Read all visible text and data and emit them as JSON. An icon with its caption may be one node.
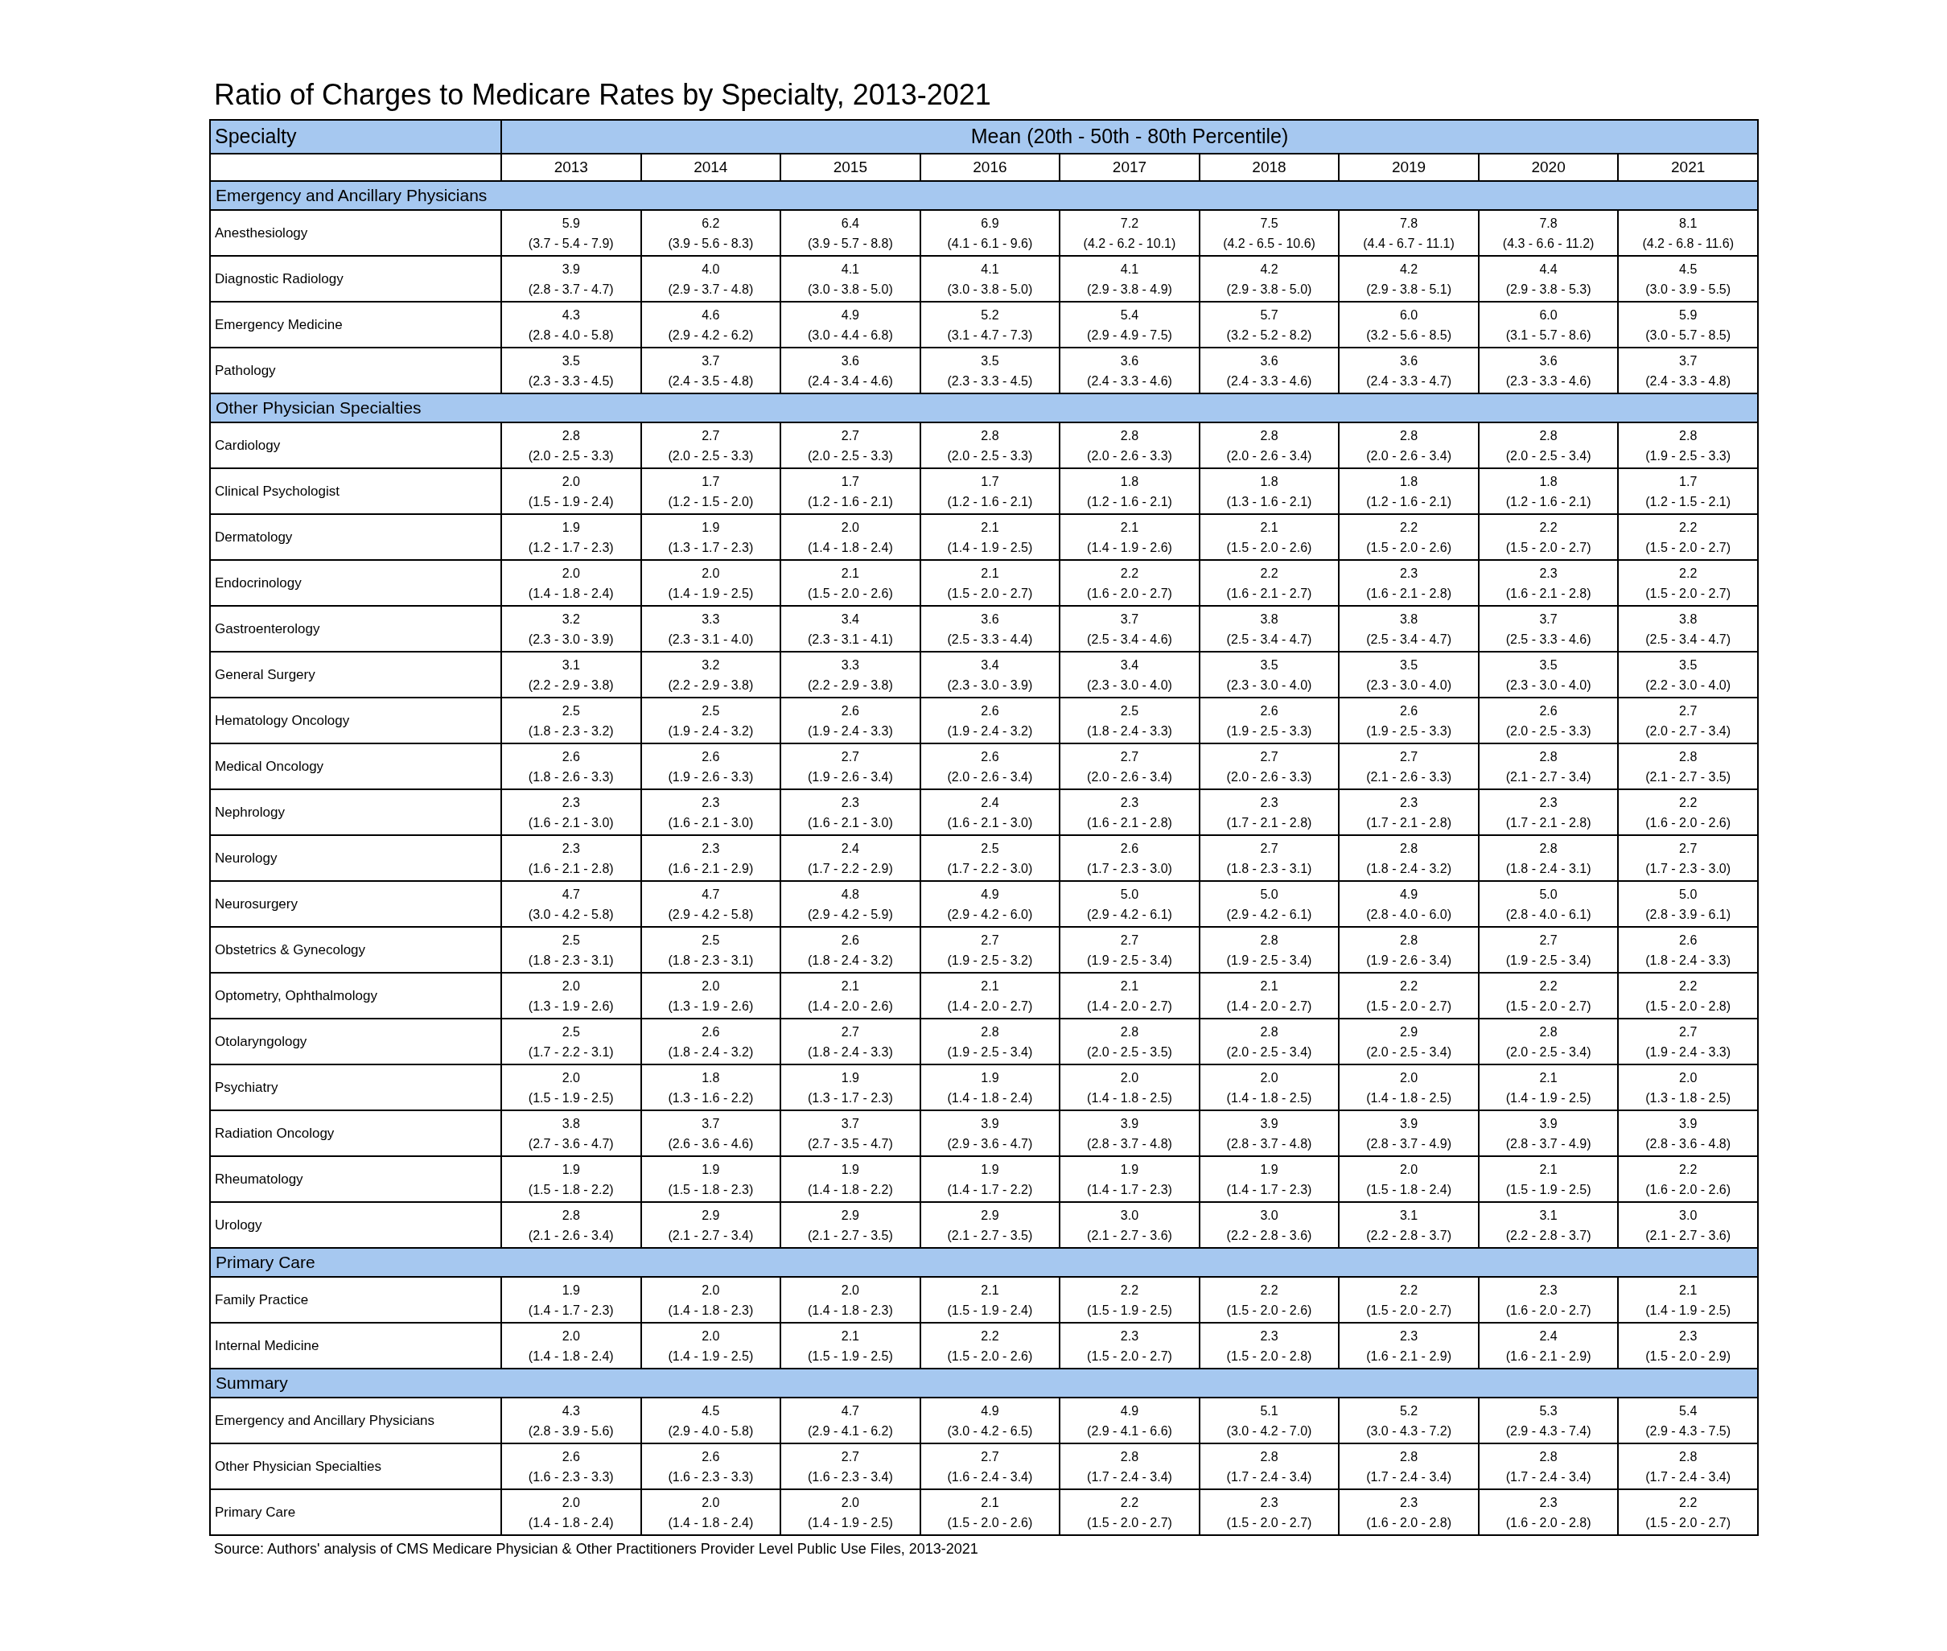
{
  "diagram": {
    "title": "Ratio of Charges to Medicare Rates by Specialty, 2013-2021",
    "caption": "Source: Authors' analysis of CMS Medicare Physician & Other Practitioners Provider Level Public Use Files, 2013-2021",
    "labels": [
      "Specialty",
      "Mean (20th - 50th - 80th Percentile)",
      "2013",
      "2014",
      "2015",
      "2016",
      "2017",
      "2018",
      "2019",
      "2020",
      "2021",
      "Emergency and Ancillary Physicians",
      "Anesthesiology",
      "5.9",
      "(3.7 - 5.4 - 7.9)",
      "6.2",
      "(3.9 - 5.6 - 8.3)",
      "6.4",
      "(3.9 - 5.7 - 8.8)",
      "6.9",
      "(4.1 - 6.1 - 9.6)",
      "7.2",
      "(4.2 - 6.2 - 10.1)",
      "7.5",
      "(4.2 - 6.5 - 10.6)",
      "7.8",
      "(4.4 - 6.7 - 11.1)",
      "7.8",
      "(4.3 - 6.6 - 11.2)",
      "8.1",
      "(4.2 - 6.8 - 11.6)",
      "Diagnostic Radiology",
      "3.9",
      "(2.8 - 3.7 - 4.7)",
      "4.0",
      "(2.9 - 3.7 - 4.8)",
      "4.1",
      "(3.0 - 3.8 - 5.0)",
      "4.1",
      "(3.0 - 3.8 - 5.0)",
      "4.1",
      "(2.9 - 3.8 - 4.9)",
      "4.2",
      "(2.9 - 3.8 - 5.0)",
      "4.2",
      "(2.9 - 3.8 - 5.1)",
      "4.4",
      "(2.9 - 3.8 - 5.3)",
      "4.5",
      "(3.0 - 3.9 - 5.5)",
      "Emergency Medicine",
      "4.3",
      "(2.8 - 4.0 - 5.8)",
      "4.6",
      "(2.9 - 4.2 - 6.2)",
      "4.9",
      "(3.0 - 4.4 - 6.8)",
      "5.2",
      "(3.1 - 4.7 - 7.3)",
      "5.4",
      "(2.9 - 4.9 - 7.5)",
      "5.7",
      "(3.2 - 5.2 - 8.2)",
      "6.0",
      "(3.2 - 5.6 - 8.5)",
      "6.0",
      "(3.1 - 5.7 - 8.6)",
      "5.9",
      "(3.0 - 5.7 - 8.5)",
      "Pathology",
      "3.5",
      "(2.3 - 3.3 - 4.5)",
      "3.7",
      "(2.4 - 3.5 - 4.8)",
      "3.6",
      "(2.4 - 3.4 - 4.6)",
      "3.5",
      "(2.3 - 3.3 - 4.5)",
      "3.6",
      "(2.4 - 3.3 - 4.6)",
      "3.6",
      "(2.4 - 3.3 - 4.6)",
      "3.6",
      "(2.4 - 3.3 - 4.7)",
      "3.6",
      "(2.3 - 3.3 - 4.6)",
      "3.7",
      "(2.4 - 3.3 - 4.8)",
      "Other Physician Specialties",
      "Cardiology",
      "2.8",
      "(2.0 - 2.5 - 3.3)",
      "2.7",
      "(2.0 - 2.5 - 3.3)",
      "2.7",
      "(2.0 - 2.5 - 3.3)",
      "2.8",
      "(2.0 - 2.5 - 3.3)",
      "2.8",
      "(2.0 - 2.6 - 3.3)",
      "2.8",
      "(2.0 - 2.6 - 3.4)",
      "2.8",
      "(2.0 - 2.6 - 3.4)",
      "2.8",
      "(2.0 - 2.5 - 3.4)",
      "2.8",
      "(1.9 - 2.5 - 3.3)",
      "Clinical Psychologist",
      "2.0",
      "(1.5 - 1.9 - 2.4)",
      "1.7",
      "(1.2 - 1.5 - 2.0)",
      "1.7",
      "(1.2 - 1.6 - 2.1)",
      "1.7",
      "(1.2 - 1.6 - 2.1)",
      "1.8",
      "(1.2 - 1.6 - 2.1)",
      "1.8",
      "(1.3 - 1.6 - 2.1)",
      "1.8",
      "(1.2 - 1.6 - 2.1)",
      "1.8",
      "(1.2 - 1.6 - 2.1)",
      "1.7",
      "(1.2 - 1.5 - 2.1)",
      "Dermatology",
      "1.9",
      "(1.2 - 1.7 - 2.3)",
      "1.9",
      "(1.3 - 1.7 - 2.3)",
      "2.0",
      "(1.4 - 1.8 - 2.4)",
      "2.1",
      "(1.4 - 1.9 - 2.5)",
      "2.1",
      "(1.4 - 1.9 - 2.6)",
      "2.1",
      "(1.5 - 2.0 - 2.6)",
      "2.2",
      "(1.5 - 2.0 - 2.6)",
      "2.2",
      "(1.5 - 2.0 - 2.7)",
      "2.2",
      "(1.5 - 2.0 - 2.7)",
      "Endocrinology",
      "2.0",
      "(1.4 - 1.8 - 2.4)",
      "2.0",
      "(1.4 - 1.9 - 2.5)",
      "2.1",
      "(1.5 - 2.0 - 2.6)",
      "2.1",
      "(1.5 - 2.0 - 2.7)",
      "2.2",
      "(1.6 - 2.0 - 2.7)",
      "2.2",
      "(1.6 - 2.1 - 2.7)",
      "2.3",
      "(1.6 - 2.1 - 2.8)",
      "2.3",
      "(1.6 - 2.1 - 2.8)",
      "2.2",
      "(1.5 - 2.0 - 2.7)",
      "Gastroenterology",
      "3.2",
      "(2.3 - 3.0 - 3.9)",
      "3.3",
      "(2.3 - 3.1 - 4.0)",
      "3.4",
      "(2.3 - 3.1 - 4.1)",
      "3.6",
      "(2.5 - 3.3 - 4.4)",
      "3.7",
      "(2.5 - 3.4 - 4.6)",
      "3.8",
      "(2.5 - 3.4 - 4.7)",
      "3.8",
      "(2.5 - 3.4 - 4.7)",
      "3.7",
      "(2.5 - 3.3 - 4.6)",
      "3.8",
      "(2.5 - 3.4 - 4.7)",
      "General Surgery",
      "3.1",
      "(2.2 - 2.9 - 3.8)",
      "3.2",
      "(2.2 - 2.9 - 3.8)",
      "3.3",
      "(2.2 - 2.9 - 3.8)",
      "3.4",
      "(2.3 - 3.0 - 3.9)",
      "3.4",
      "(2.3 - 3.0 - 4.0)",
      "3.5",
      "(2.3 - 3.0 - 4.0)",
      "3.5",
      "(2.3 - 3.0 - 4.0)",
      "3.5",
      "(2.3 - 3.0 - 4.0)",
      "3.5",
      "(2.2 - 3.0 - 4.0)",
      "Hematology Oncology",
      "2.5",
      "(1.8 - 2.3 - 3.2)",
      "2.5",
      "(1.9 - 2.4 - 3.2)",
      "2.6",
      "(1.9 - 2.4 - 3.3)",
      "2.6",
      "(1.9 - 2.4 - 3.2)",
      "2.5",
      "(1.8 - 2.4 - 3.3)",
      "2.6",
      "(1.9 - 2.5 - 3.3)",
      "2.6",
      "(1.9 - 2.5 - 3.3)",
      "2.6",
      "(2.0 - 2.5 - 3.3)",
      "2.7",
      "(2.0 - 2.7 - 3.4)",
      "Medical Oncology",
      "2.6",
      "(1.8 - 2.6 - 3.3)",
      "2.6",
      "(1.9 - 2.6 - 3.3)",
      "2.7",
      "(1.9 - 2.6 - 3.4)",
      "2.6",
      "(2.0 - 2.6 - 3.4)",
      "2.7",
      "(2.0 - 2.6 - 3.4)",
      "2.7",
      "(2.0 - 2.6 - 3.3)",
      "2.7",
      "(2.1 - 2.6 - 3.3)",
      "2.8",
      "(2.1 - 2.7 - 3.4)",
      "2.8",
      "(2.1 - 2.7 - 3.5)",
      "Nephrology",
      "2.3",
      "(1.6 - 2.1 - 3.0)",
      "2.3",
      "(1.6 - 2.1 - 3.0)",
      "2.3",
      "(1.6 - 2.1 - 3.0)",
      "2.4",
      "(1.6 - 2.1 - 3.0)",
      "2.3",
      "(1.6 - 2.1 - 2.8)",
      "2.3",
      "(1.7 - 2.1 - 2.8)",
      "2.3",
      "(1.7 - 2.1 - 2.8)",
      "2.3",
      "(1.7 - 2.1 - 2.8)",
      "2.2",
      "(1.6 - 2.0 - 2.6)",
      "Neurology",
      "2.3",
      "(1.6 - 2.1 - 2.8)",
      "2.3",
      "(1.6 - 2.1 - 2.9)",
      "2.4",
      "(1.7 - 2.2 - 2.9)",
      "2.5",
      "(1.7 - 2.2 - 3.0)",
      "2.6",
      "(1.7 - 2.3 - 3.0)",
      "2.7",
      "(1.8 - 2.3 - 3.1)",
      "2.8",
      "(1.8 - 2.4 - 3.2)",
      "2.8",
      "(1.8 - 2.4 - 3.1)",
      "2.7",
      "(1.7 - 2.3 - 3.0)",
      "Neurosurgery",
      "4.7",
      "(3.0 - 4.2 - 5.8)",
      "4.7",
      "(2.9 - 4.2 - 5.8)",
      "4.8",
      "(2.9 - 4.2 - 5.9)",
      "4.9",
      "(2.9 - 4.2 - 6.0)",
      "5.0",
      "(2.9 - 4.2 - 6.1)",
      "5.0",
      "(2.9 - 4.2 - 6.1)",
      "4.9",
      "(2.8 - 4.0 - 6.0)",
      "5.0",
      "(2.8 - 4.0 - 6.1)",
      "5.0",
      "(2.8 - 3.9 - 6.1)",
      "Obstetrics & Gynecology",
      "2.5",
      "(1.8 - 2.3 - 3.1)",
      "2.5",
      "(1.8 - 2.3 - 3.1)",
      "2.6",
      "(1.8 - 2.4 - 3.2)",
      "2.7",
      "(1.9 - 2.5 - 3.2)",
      "2.7",
      "(1.9 - 2.5 - 3.4)",
      "2.8",
      "(1.9 - 2.5 - 3.4)",
      "2.8",
      "(1.9 - 2.6 - 3.4)",
      "2.7",
      "(1.9 - 2.5 - 3.4)",
      "2.6",
      "(1.8 - 2.4 - 3.3)",
      "Optometry, Ophthalmology",
      "2.0",
      "(1.3 - 1.9 - 2.6)",
      "2.0",
      "(1.3 - 1.9 - 2.6)",
      "2.1",
      "(1.4 - 2.0 - 2.6)",
      "2.1",
      "(1.4 - 2.0 - 2.7)",
      "2.1",
      "(1.4 - 2.0 - 2.7)",
      "2.1",
      "(1.4 - 2.0 - 2.7)",
      "2.2",
      "(1.5 - 2.0 - 2.7)",
      "2.2",
      "(1.5 - 2.0 - 2.7)",
      "2.2",
      "(1.5 - 2.0 - 2.8)",
      "Otolaryngology",
      "2.5",
      "(1.7 - 2.2 - 3.1)",
      "2.6",
      "(1.8 - 2.4 - 3.2)",
      "2.7",
      "(1.8 - 2.4 - 3.3)",
      "2.8",
      "(1.9 - 2.5 - 3.4)",
      "2.8",
      "(2.0 - 2.5 - 3.5)",
      "2.8",
      "(2.0 - 2.5 - 3.4)",
      "2.9",
      "(2.0 - 2.5 - 3.4)",
      "2.8",
      "(2.0 - 2.5 - 3.4)",
      "2.7",
      "(1.9 - 2.4 - 3.3)",
      "Psychiatry",
      "2.0",
      "(1.5 - 1.9 - 2.5)",
      "1.8",
      "(1.3 - 1.6 - 2.2)",
      "1.9",
      "(1.3 - 1.7 - 2.3)",
      "1.9",
      "(1.4 - 1.8 - 2.4)",
      "2.0",
      "(1.4 - 1.8 - 2.5)",
      "2.0",
      "(1.4 - 1.8 - 2.5)",
      "2.0",
      "(1.4 - 1.8 - 2.5)",
      "2.1",
      "(1.4 - 1.9 - 2.5)",
      "2.0",
      "(1.3 - 1.8 - 2.5)",
      "Radiation Oncology",
      "3.8",
      "(2.7 - 3.6 - 4.7)",
      "3.7",
      "(2.6 - 3.6 - 4.6)",
      "3.7",
      "(2.7 - 3.5 - 4.7)",
      "3.9",
      "(2.9 - 3.6 - 4.7)",
      "3.9",
      "(2.8 - 3.7 - 4.8)",
      "3.9",
      "(2.8 - 3.7 - 4.8)",
      "3.9",
      "(2.8 - 3.7 - 4.9)",
      "3.9",
      "(2.8 - 3.7 - 4.9)",
      "3.9",
      "(2.8 - 3.6 - 4.8)",
      "Rheumatology",
      "1.9",
      "(1.5 - 1.8 - 2.2)",
      "1.9",
      "(1.5 - 1.8 - 2.3)",
      "1.9",
      "(1.4 - 1.8 - 2.2)",
      "1.9",
      "(1.4 - 1.7 - 2.2)",
      "1.9",
      "(1.4 - 1.7 - 2.3)",
      "1.9",
      "(1.4 - 1.7 - 2.3)",
      "2.0",
      "(1.5 - 1.8 - 2.4)",
      "2.1",
      "(1.5 - 1.9 - 2.5)",
      "2.2",
      "(1.6 - 2.0 - 2.6)",
      "Urology",
      "2.8",
      "(2.1 - 2.6 - 3.4)",
      "2.9",
      "(2.1 - 2.7 - 3.4)",
      "2.9",
      "(2.1 - 2.7 - 3.5)",
      "2.9",
      "(2.1 - 2.7 - 3.5)",
      "3.0",
      "(2.1 - 2.7 - 3.6)",
      "3.0",
      "(2.2 - 2.8 - 3.6)",
      "3.1",
      "(2.2 - 2.8 - 3.7)",
      "3.1",
      "(2.2 - 2.8 - 3.7)",
      "3.0",
      "(2.1 - 2.7 - 3.6)",
      "Primary Care",
      "Family Practice",
      "1.9",
      "(1.4 - 1.7 - 2.3)",
      "2.0",
      "(1.4 - 1.8 - 2.3)",
      "2.0",
      "(1.4 - 1.8 - 2.3)",
      "2.1",
      "(1.5 - 1.9 - 2.4)",
      "2.2",
      "(1.5 - 1.9 - 2.5)",
      "2.2",
      "(1.5 - 2.0 - 2.6)",
      "2.2",
      "(1.5 - 2.0 - 2.7)",
      "2.3",
      "(1.6 - 2.0 - 2.7)",
      "2.1",
      "(1.4 - 1.9 - 2.5)",
      "Internal Medicine",
      "2.0",
      "(1.4 - 1.8 - 2.4)",
      "2.0",
      "(1.4 - 1.9 - 2.5)",
      "2.1",
      "(1.5 - 1.9 - 2.5)",
      "2.2",
      "(1.5 - 2.0 - 2.6)",
      "2.3",
      "(1.5 - 2.0 - 2.7)",
      "2.3",
      "(1.5 - 2.0 - 2.8)",
      "2.3",
      "(1.6 - 2.1 - 2.9)",
      "2.4",
      "(1.6 - 2.1 - 2.9)",
      "2.3",
      "(1.5 - 2.0 - 2.9)",
      "Summary",
      "Emergency and Ancillary Physicians",
      "4.3",
      "(2.8 - 3.9 - 5.6)",
      "4.5",
      "(2.9 - 4.0 - 5.8)",
      "4.7",
      "(2.9 - 4.1 - 6.2)",
      "4.9",
      "(3.0 - 4.2 - 6.5)",
      "4.9",
      "(2.9 - 4.1 - 6.6)",
      "5.1",
      "(3.0 - 4.2 - 7.0)",
      "5.2",
      "(3.0 - 4.3 - 7.2)",
      "5.3",
      "(2.9 - 4.3 - 7.4)",
      "5.4",
      "(2.9 - 4.3 - 7.5)",
      "Other Physician Specialties",
      "2.6",
      "(1.6 - 2.3 - 3.3)",
      "2.6",
      "(1.6 - 2.3 - 3.3)",
      "2.7",
      "(1.6 - 2.3 - 3.4)",
      "2.7",
      "(1.6 - 2.4 - 3.4)",
      "2.8",
      "(1.7 - 2.4 - 3.4)",
      "2.8",
      "(1.7 - 2.4 - 3.4)",
      "2.8",
      "(1.7 - 2.4 - 3.4)",
      "2.8",
      "(1.7 - 2.4 - 3.4)",
      "2.8",
      "(1.7 - 2.4 - 3.4)",
      "Primary Care",
      "2.0",
      "(1.4 - 1.8 - 2.4)",
      "2.0",
      "(1.4 - 1.8 - 2.4)",
      "2.0",
      "(1.4 - 1.9 - 2.5)",
      "2.1",
      "(1.5 - 2.0 - 2.6)",
      "2.2",
      "(1.5 - 2.0 - 2.7)",
      "2.3",
      "(1.5 - 2.0 - 2.7)",
      "2.3",
      "(1.6 - 2.0 - 2.8)",
      "2.3",
      "(1.6 - 2.0 - 2.8)",
      "2.2",
      "(1.5 - 2.0 - 2.7)"
    ]
  }
}
